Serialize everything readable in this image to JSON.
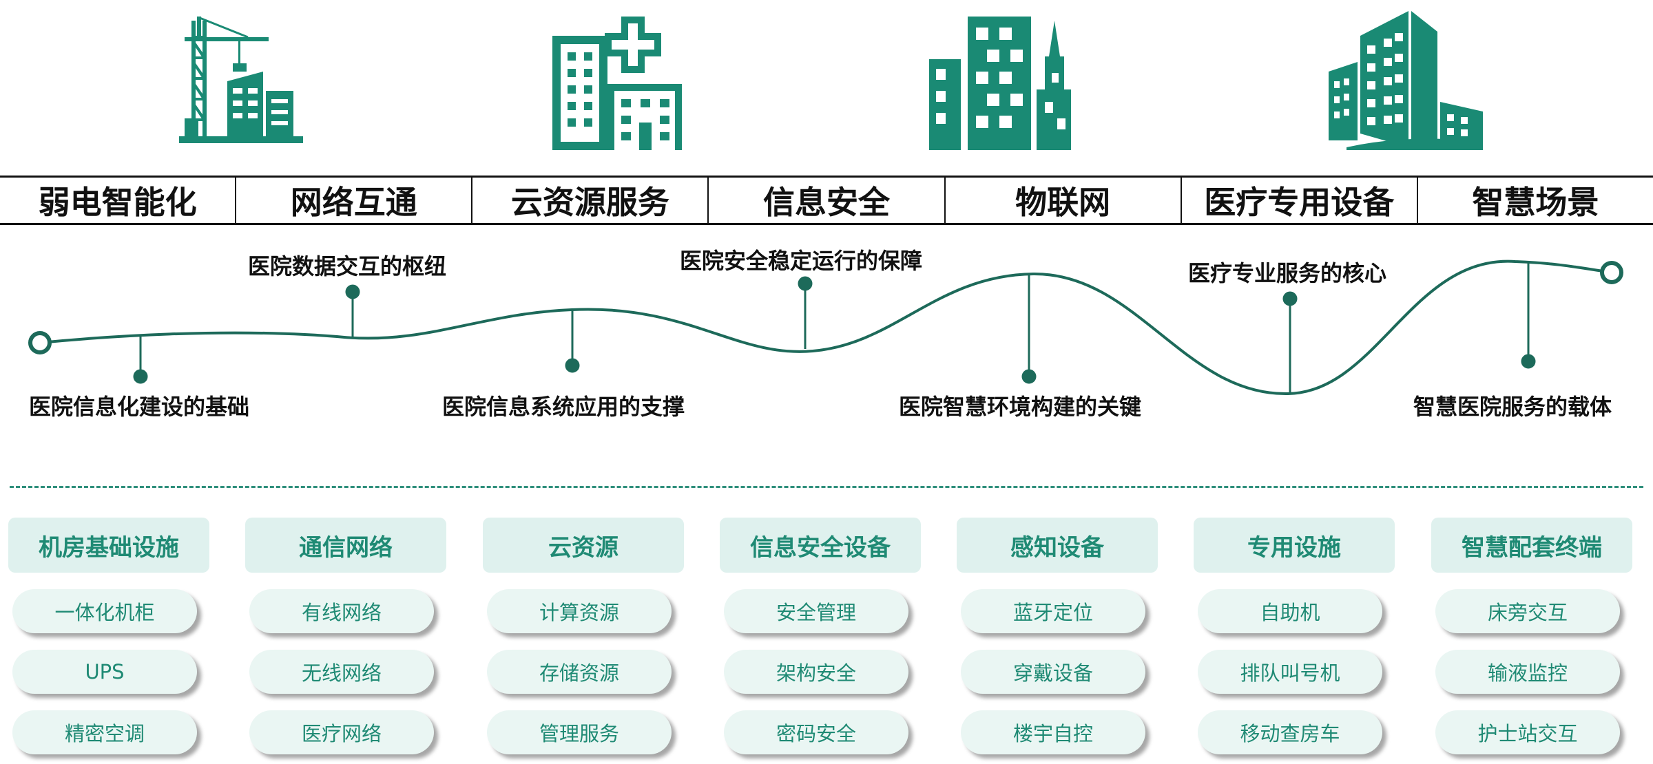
{
  "colors": {
    "accent": "#1a8a74",
    "line": "#1d6a5a",
    "header_bg": "#dff1ee",
    "pill_bg": "#eaf6f3"
  },
  "icons": [
    "crane-building-icon",
    "hospital-icon",
    "city-buildings-icon",
    "skyscraper-icon"
  ],
  "categories": [
    "弱电智能化",
    "网络互通",
    "云资源服务",
    "信息安全",
    "物联网",
    "医疗专用设备",
    "智慧场景"
  ],
  "timeline": {
    "labels": [
      "医院信息化建设的基础",
      "医院数据交互的枢纽",
      "医院信息系统应用的支撑",
      "医院安全稳定运行的保障",
      "医院智慧环境构建的关键",
      "医疗专业服务的核心",
      "智慧医院服务的载体"
    ]
  },
  "columns": [
    {
      "title": "机房基础设施",
      "items": [
        "一体化机柜",
        "UPS",
        "精密空调"
      ]
    },
    {
      "title": "通信网络",
      "items": [
        "有线网络",
        "无线网络",
        "医疗网络"
      ]
    },
    {
      "title": "云资源",
      "items": [
        "计算资源",
        "存储资源",
        "管理服务"
      ]
    },
    {
      "title": "信息安全设备",
      "items": [
        "安全管理",
        "架构安全",
        "密码安全"
      ]
    },
    {
      "title": "感知设备",
      "items": [
        "蓝牙定位",
        "穿戴设备",
        "楼宇自控"
      ]
    },
    {
      "title": "专用设施",
      "items": [
        "自助机",
        "排队叫号机",
        "移动查房车"
      ]
    },
    {
      "title": "智慧配套终端",
      "items": [
        "床旁交互",
        "输液监控",
        "护士站交互"
      ]
    }
  ]
}
